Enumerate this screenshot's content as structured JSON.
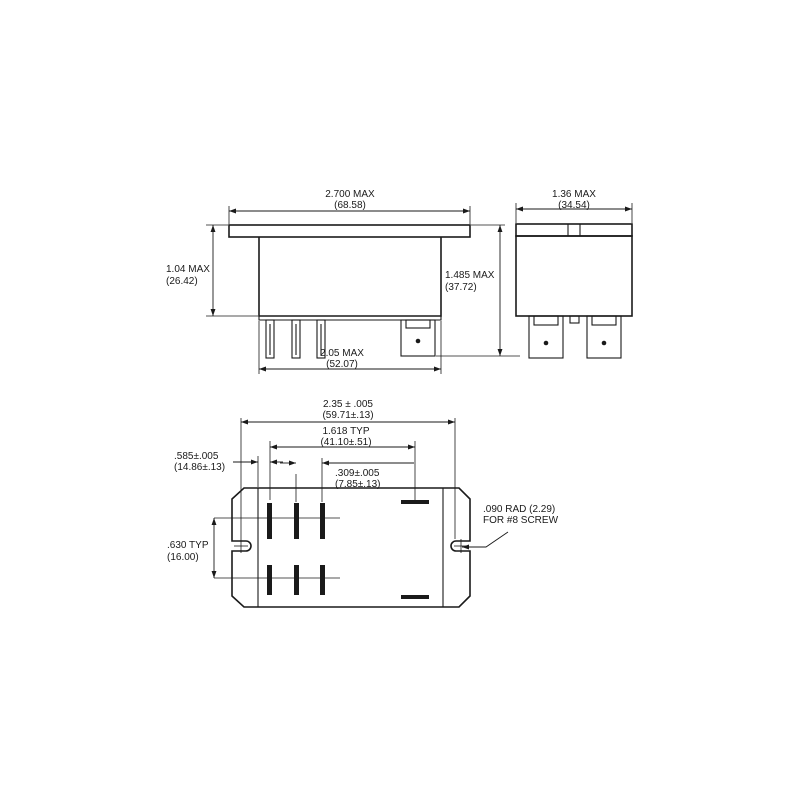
{
  "colors": {
    "ink": "#1a1a1a",
    "background": "#ffffff"
  },
  "front_view": {
    "overall_width": {
      "inch": "2.700 MAX",
      "mm": "(68.58)"
    },
    "body_height": {
      "inch": "1.04 MAX",
      "mm": "(26.42)"
    },
    "total_height": {
      "inch": "1.485 MAX",
      "mm": "(37.72)"
    },
    "terminal_span": {
      "inch": "2.05 MAX",
      "mm": "(52.07)"
    }
  },
  "side_view": {
    "width": {
      "inch": "1.36 MAX",
      "mm": "(34.54)"
    }
  },
  "bottom_view": {
    "mount_spacing": {
      "inch": "2.35 ± .005",
      "mm": "(59.71±.13)"
    },
    "pin_span": {
      "inch": "1.618 TYP",
      "mm": "(41.10±.51)"
    },
    "edge_to_pin": {
      "inch": ".585±.005",
      "mm": "(14.86±.13)"
    },
    "pin_pitch": {
      "inch": ".309±.005",
      "mm": "(7.85±.13)"
    },
    "row_spacing": {
      "inch": ".630 TYP",
      "mm": "(16.00)"
    },
    "slot_note": {
      "line1": ".090 RAD (2.29)",
      "line2": "FOR #8 SCREW"
    }
  }
}
